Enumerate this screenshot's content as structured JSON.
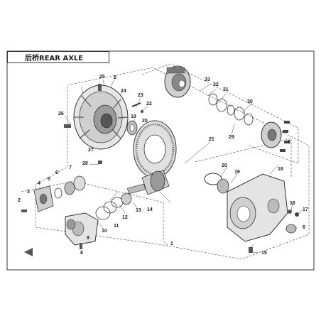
{
  "title": "后桥REAR  AXLE",
  "colors": {
    "line": "#333333",
    "part": "#555555",
    "shade": "#9a9a9a",
    "dark": "#2b2b2b"
  },
  "callouts": [
    {
      "id": "c1",
      "label": "1"
    },
    {
      "id": "c2",
      "label": "2"
    },
    {
      "id": "c3",
      "label": "3"
    },
    {
      "id": "c4",
      "label": "4"
    },
    {
      "id": "c5",
      "label": "5"
    },
    {
      "id": "c6a",
      "label": "6"
    },
    {
      "id": "c6b",
      "label": "6"
    },
    {
      "id": "c7",
      "label": "7"
    },
    {
      "id": "c8a",
      "label": "8"
    },
    {
      "id": "c8b",
      "label": "8"
    },
    {
      "id": "c8c",
      "label": "8"
    },
    {
      "id": "c9",
      "label": "9"
    },
    {
      "id": "c10",
      "label": "10"
    },
    {
      "id": "c11",
      "label": "11"
    },
    {
      "id": "c12",
      "label": "12"
    },
    {
      "id": "c13",
      "label": "13"
    },
    {
      "id": "c14",
      "label": "14"
    },
    {
      "id": "c15",
      "label": "15"
    },
    {
      "id": "c16",
      "label": "16"
    },
    {
      "id": "c17",
      "label": "17"
    },
    {
      "id": "c18",
      "label": "18"
    },
    {
      "id": "c19a",
      "label": "19"
    },
    {
      "id": "c19b",
      "label": "19"
    },
    {
      "id": "c20a",
      "label": "20"
    },
    {
      "id": "c20b",
      "label": "20"
    },
    {
      "id": "c21",
      "label": "21"
    },
    {
      "id": "c22",
      "label": "22"
    },
    {
      "id": "c23",
      "label": "23"
    },
    {
      "id": "c24",
      "label": "24"
    },
    {
      "id": "c25",
      "label": "25"
    },
    {
      "id": "c26",
      "label": "26"
    },
    {
      "id": "c27",
      "label": "27"
    },
    {
      "id": "c28",
      "label": "28"
    },
    {
      "id": "c29",
      "label": "29"
    },
    {
      "id": "c30",
      "label": "30"
    },
    {
      "id": "c31",
      "label": "31"
    },
    {
      "id": "c32",
      "label": "32"
    },
    {
      "id": "c33",
      "label": "33"
    }
  ]
}
